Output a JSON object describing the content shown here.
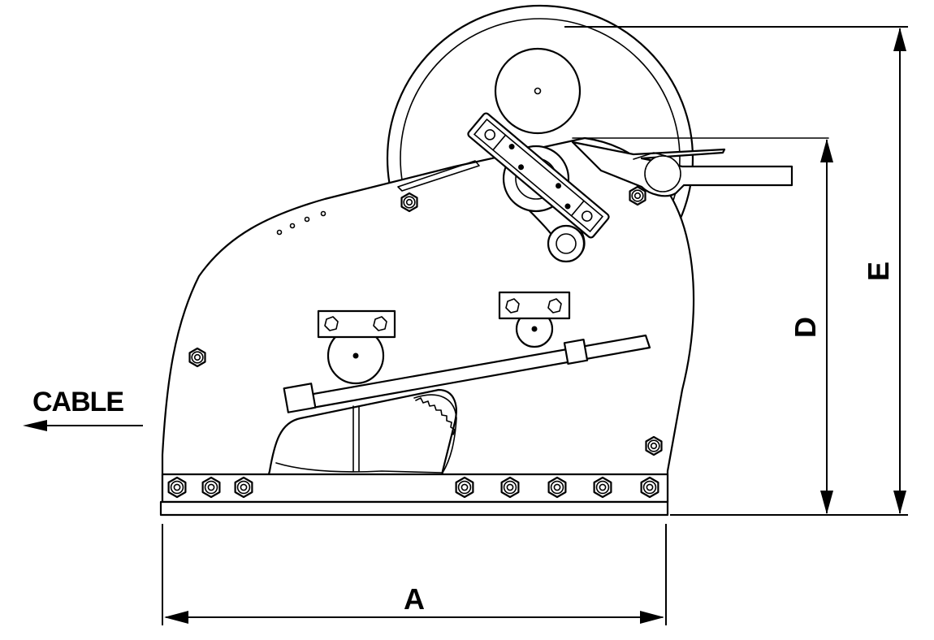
{
  "labels": {
    "cable": "CABLE",
    "dimension_a": "A",
    "dimension_d": "D",
    "dimension_e": "E"
  },
  "colors": {
    "line": "#000000",
    "background": "#ffffff"
  }
}
